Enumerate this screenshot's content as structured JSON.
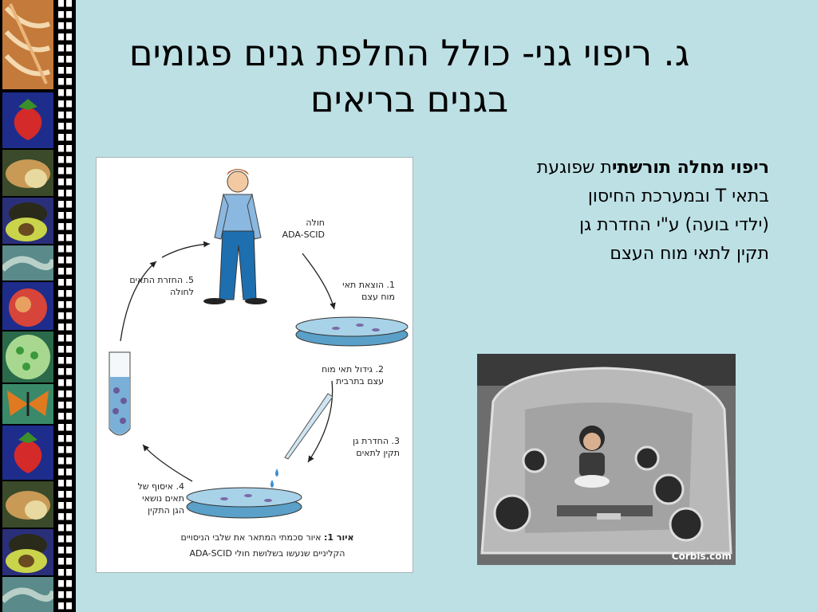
{
  "title": {
    "line1": "ג.  ריפוי גני- כולל החלפת גנים פגומים",
    "line2": "בגנים בריאים"
  },
  "description": {
    "bold": "ריפוי מחלה תורשתי",
    "rest": "ת שפוגעת",
    "line2": "בתאי T ובמערכת החיסון",
    "line3": "(ילדי בועה) ע\"י החדרת גן",
    "line4": "תקין לתאי מוח העצם"
  },
  "diagram": {
    "patient_label": "חולה",
    "patient_sublabel": "ADA-SCID",
    "step1": "1. הוצאת תאי",
    "step1b": "מוח עצם",
    "step2": "2. גידול תאי מוח",
    "step2b": "עצם בתרבית",
    "step3": "3. החדרת גן",
    "step3b": "תקין לתאים",
    "step4": "4. איסוף של",
    "step4b": "תאים נושאי",
    "step4c": "הגן התקין",
    "step5": "5. החזרת התאים",
    "step5b": "לחולה",
    "caption_bold": "איור 1:",
    "caption_line1": " איור סכמתי המתאר את שלבי הניסויים",
    "caption_line2": "הקליניים שנעשו בשלושת חולי ADA-SCID"
  },
  "photo": {
    "credit": "Corbis.com"
  },
  "colors": {
    "background": "#bde0e5",
    "film": "#000000"
  }
}
